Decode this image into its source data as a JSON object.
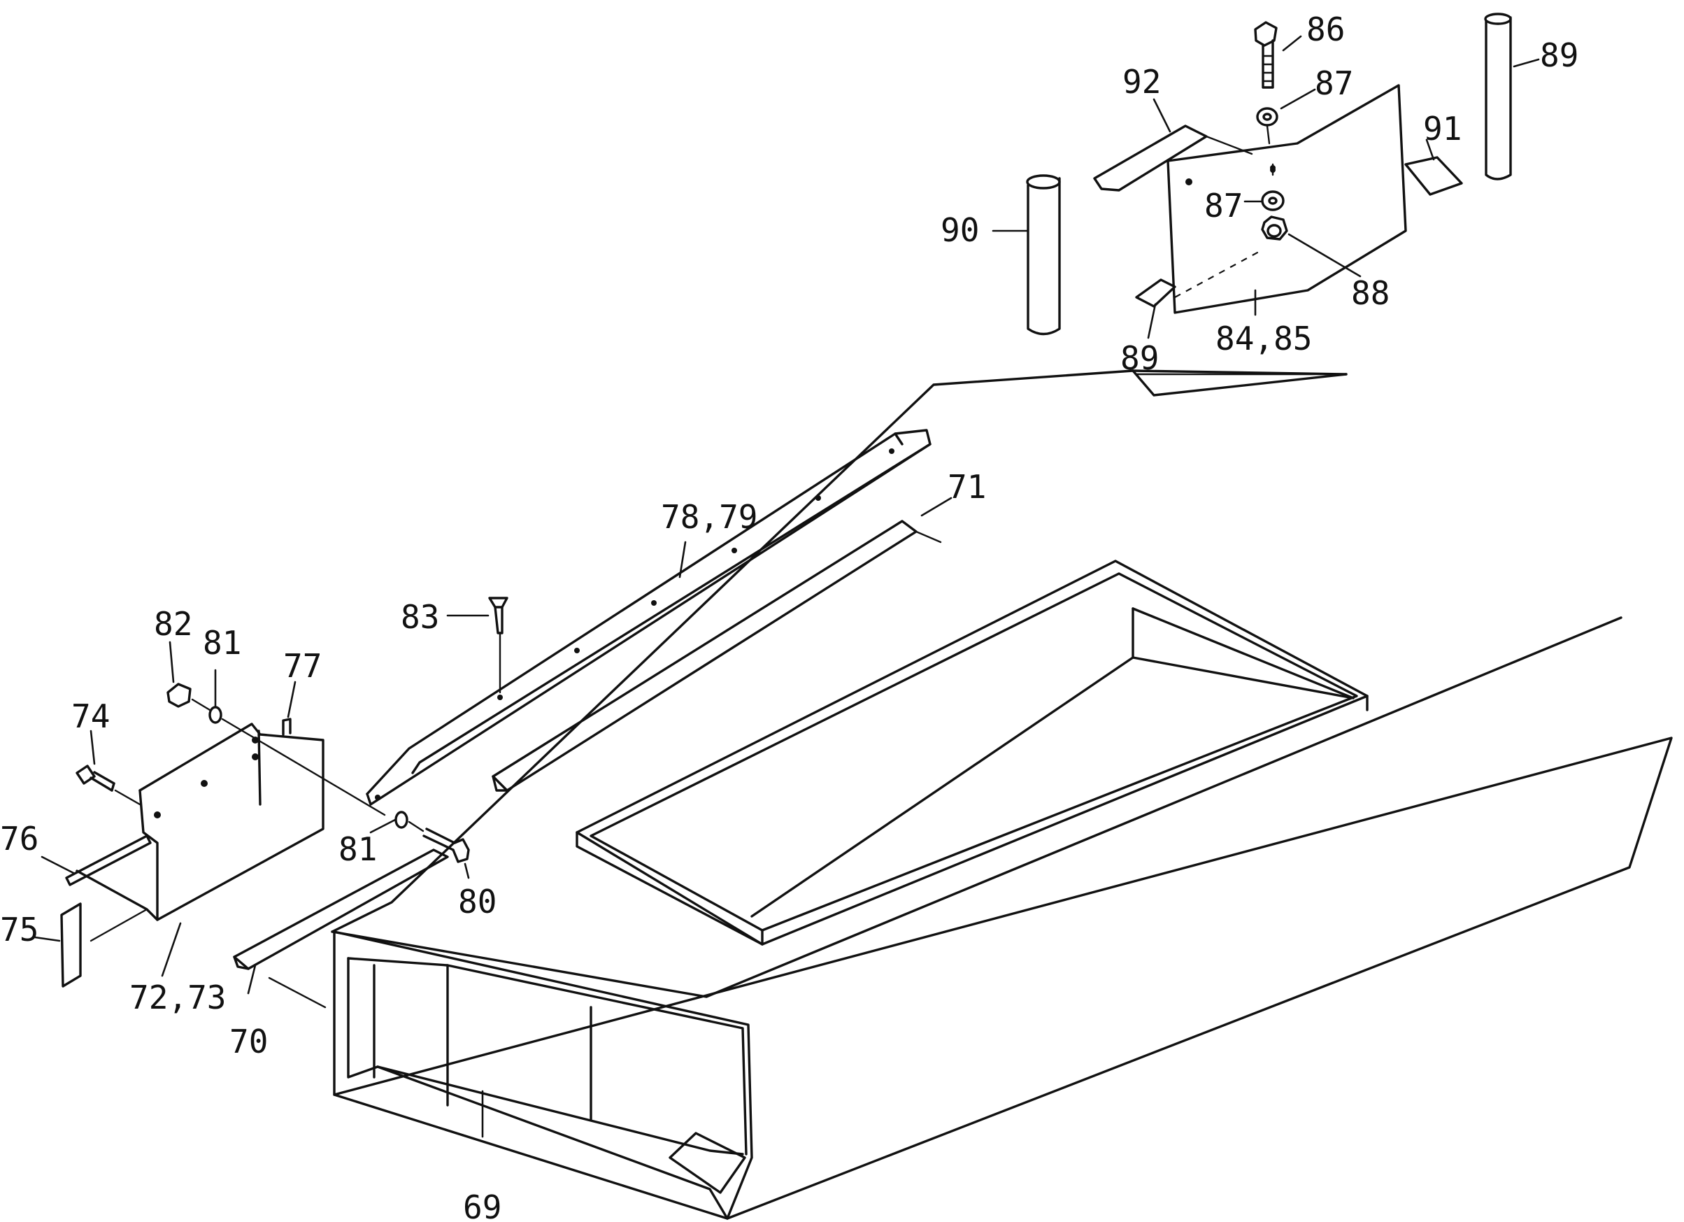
{
  "callouts": {
    "c69": "69",
    "c70": "70",
    "c71": "71",
    "c72_73": "72,73",
    "c74": "74",
    "c75": "75",
    "c76": "76",
    "c77": "77",
    "c78_79": "78,79",
    "c80": "80",
    "c81a": "81",
    "c81b": "81",
    "c82": "82",
    "c83": "83",
    "c84_85": "84,85",
    "c86": "86",
    "c87a": "87",
    "c87b": "87",
    "c88": "88",
    "c89a": "89",
    "c89b": "89",
    "c90": "90",
    "c91": "91",
    "c92": "92"
  },
  "colors": {
    "ink": "#111111",
    "paper": "#ffffff"
  }
}
